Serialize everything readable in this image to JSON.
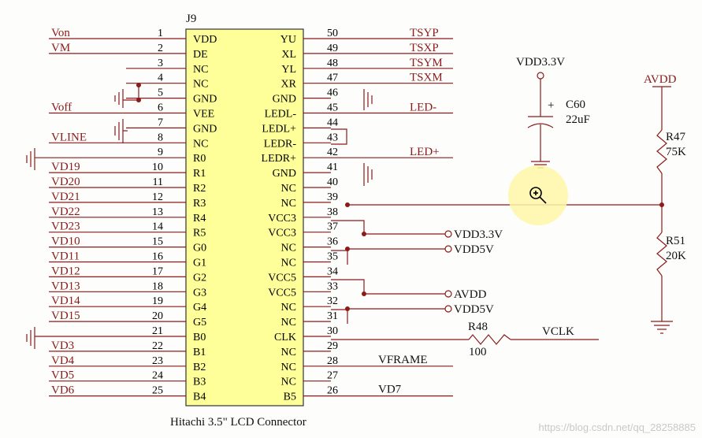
{
  "component": {
    "ref": "J9",
    "name": "Hitachi 3.5\" LCD Connector",
    "left_pins": [
      {
        "num": "1",
        "name": "VDD",
        "net": "Von"
      },
      {
        "num": "2",
        "name": "DE",
        "net": "VM"
      },
      {
        "num": "3",
        "name": "NC",
        "net": ""
      },
      {
        "num": "4",
        "name": "NC",
        "net": ""
      },
      {
        "num": "5",
        "name": "GND",
        "net": ""
      },
      {
        "num": "6",
        "name": "VEE",
        "net": "Voff"
      },
      {
        "num": "7",
        "name": "GND",
        "net": ""
      },
      {
        "num": "8",
        "name": "NC",
        "net": "VLINE"
      },
      {
        "num": "9",
        "name": "R0",
        "net": ""
      },
      {
        "num": "10",
        "name": "R1",
        "net": "VD19"
      },
      {
        "num": "11",
        "name": "R2",
        "net": "VD20"
      },
      {
        "num": "12",
        "name": "R3",
        "net": "VD21"
      },
      {
        "num": "13",
        "name": "R4",
        "net": "VD22"
      },
      {
        "num": "14",
        "name": "R5",
        "net": "VD23"
      },
      {
        "num": "15",
        "name": "G0",
        "net": "VD10"
      },
      {
        "num": "16",
        "name": "G1",
        "net": "VD11"
      },
      {
        "num": "17",
        "name": "G2",
        "net": "VD12"
      },
      {
        "num": "18",
        "name": "G3",
        "net": "VD13"
      },
      {
        "num": "19",
        "name": "G4",
        "net": "VD14"
      },
      {
        "num": "20",
        "name": "G5",
        "net": "VD15"
      },
      {
        "num": "21",
        "name": "B0",
        "net": ""
      },
      {
        "num": "22",
        "name": "B1",
        "net": "VD3"
      },
      {
        "num": "23",
        "name": "B2",
        "net": "VD4"
      },
      {
        "num": "24",
        "name": "B3",
        "net": "VD5"
      },
      {
        "num": "25",
        "name": "B4",
        "net": "VD6"
      }
    ],
    "right_pins": [
      {
        "num": "50",
        "name": "YU",
        "net": "TSYP"
      },
      {
        "num": "49",
        "name": "XL",
        "net": "TSXP"
      },
      {
        "num": "48",
        "name": "YL",
        "net": "TSYM"
      },
      {
        "num": "47",
        "name": "XR",
        "net": "TSXM"
      },
      {
        "num": "46",
        "name": "GND",
        "net": ""
      },
      {
        "num": "45",
        "name": "LEDL-",
        "net": "LED-"
      },
      {
        "num": "44",
        "name": "LEDL+",
        "net": ""
      },
      {
        "num": "43",
        "name": "LEDR-",
        "net": ""
      },
      {
        "num": "42",
        "name": "LEDR+",
        "net": "LED+"
      },
      {
        "num": "41",
        "name": "GND",
        "net": ""
      },
      {
        "num": "40",
        "name": "NC",
        "net": ""
      },
      {
        "num": "39",
        "name": "NC",
        "net": ""
      },
      {
        "num": "38",
        "name": "VCC3",
        "net": ""
      },
      {
        "num": "37",
        "name": "VCC3",
        "net": ""
      },
      {
        "num": "36",
        "name": "NC",
        "net": ""
      },
      {
        "num": "35",
        "name": "NC",
        "net": ""
      },
      {
        "num": "34",
        "name": "VCC5",
        "net": ""
      },
      {
        "num": "33",
        "name": "VCC5",
        "net": ""
      },
      {
        "num": "32",
        "name": "NC",
        "net": ""
      },
      {
        "num": "31",
        "name": "NC",
        "net": ""
      },
      {
        "num": "30",
        "name": "CLK",
        "net": ""
      },
      {
        "num": "29",
        "name": "NC",
        "net": ""
      },
      {
        "num": "28",
        "name": "NC",
        "net": "VFRAME"
      },
      {
        "num": "27",
        "name": "NC",
        "net": ""
      },
      {
        "num": "26",
        "name": "B5",
        "net": "VD7"
      }
    ]
  },
  "ports": {
    "p1": "VDD3.3V",
    "p2": "VDD5V",
    "p3": "AVDD",
    "p4": "VDD5V"
  },
  "capacitor": {
    "ref": "C60",
    "value": "22uF",
    "plus": "+",
    "supply": "VDD3.3V"
  },
  "resistors": {
    "r48": {
      "ref": "R48",
      "value": "100",
      "net": "VCLK"
    },
    "r47": {
      "ref": "R47",
      "value": "75K"
    },
    "r51": {
      "ref": "R51",
      "value": "20K"
    },
    "supply": "AVDD"
  },
  "watermark": "https://blog.csdn.net/qq_28258885"
}
